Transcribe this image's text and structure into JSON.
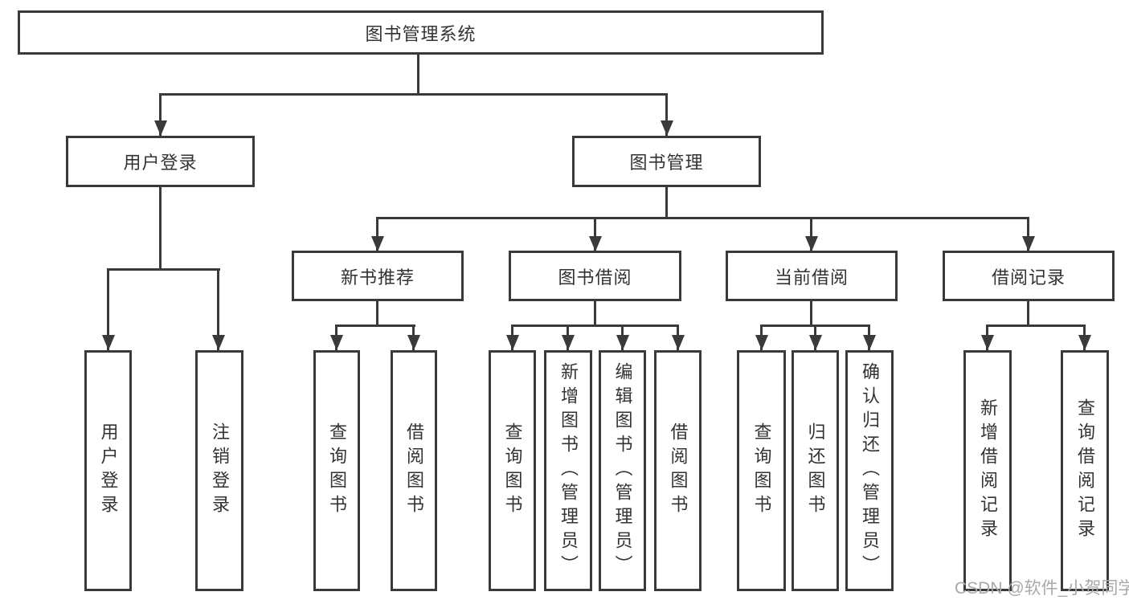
{
  "colors": {
    "line": "#3a3a3a",
    "text": "#333333",
    "background": "#ffffff",
    "watermark": "#a9a9a9"
  },
  "watermark": {
    "text": "CSDN @软件_小贺同学"
  },
  "tree": {
    "label": "图书管理系统",
    "children": [
      {
        "label": "用户登录",
        "children": [
          {
            "label": "用户登录"
          },
          {
            "label": "注销登录"
          }
        ]
      },
      {
        "label": "图书管理",
        "children": [
          {
            "label": "新书推荐",
            "children": [
              {
                "label": "查询图书"
              },
              {
                "label": "借阅图书"
              }
            ]
          },
          {
            "label": "图书借阅",
            "children": [
              {
                "label": "查询图书"
              },
              {
                "label": "新增图书（管理员）"
              },
              {
                "label": "编辑图书（管理员）"
              },
              {
                "label": "借阅图书"
              }
            ]
          },
          {
            "label": "当前借阅",
            "children": [
              {
                "label": "查询图书"
              },
              {
                "label": "归还图书"
              },
              {
                "label": "确认归还（管理员）"
              }
            ]
          },
          {
            "label": "借阅记录",
            "children": [
              {
                "label": "新增借阅记录"
              },
              {
                "label": "查询借阅记录"
              }
            ]
          }
        ]
      }
    ]
  }
}
